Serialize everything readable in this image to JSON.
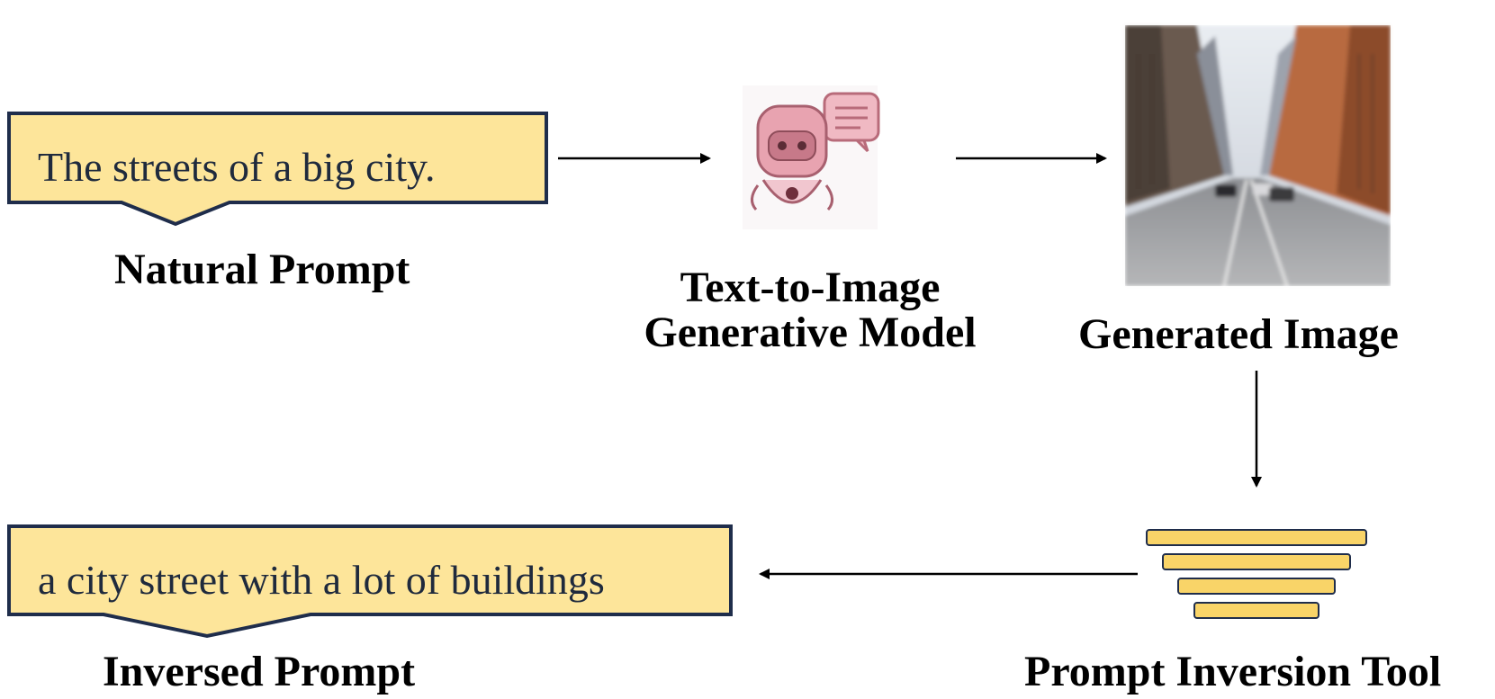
{
  "natural_prompt": {
    "text": "The streets of a big city.",
    "label": "Natural Prompt"
  },
  "model": {
    "label_line1": "Text-to-Image",
    "label_line2": "Generative Model",
    "icon": "robot-chat-icon"
  },
  "generated_image": {
    "label": "Generated Image",
    "icon": "city-street-photo"
  },
  "inversion_tool": {
    "label": "Prompt Inversion Tool",
    "icon": "funnel-stack-icon"
  },
  "inversed_prompt": {
    "text": "a city street with a lot of buildings",
    "label": "Inversed Prompt"
  },
  "colors": {
    "bubble_fill": "#fde59a",
    "bubble_stroke": "#1f2d4b",
    "tool_bar_fill": "#f9d468",
    "robot_pink": "#e8a3b0"
  }
}
